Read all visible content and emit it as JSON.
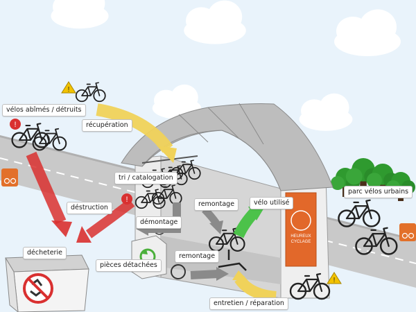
{
  "labels": {
    "velos_abimes": "vélos abîmés / détruits",
    "recuperation": "récupération",
    "tri_catalogation": "tri / catalogation",
    "destruction": "déstruction",
    "demontage": "démontage",
    "remontage_top": "remontage",
    "velo_utilise": "vélo utilisé",
    "parc_velos_urbains": "parc vélos urbains",
    "decheterie": "décheterie",
    "pieces_detachees": "pièces détachées",
    "remontage_bottom": "remontage",
    "entretien_reparation": "entretien  / réparation"
  },
  "poster": {
    "text_line1": "HEUREUX",
    "text_line2": "CYCLAGE"
  },
  "colors": {
    "sky": "#e9f3fb",
    "road": "#c9c9c9",
    "road_dash": "#ffffff",
    "building": "#e6e6e6",
    "roof": "#b5b5b5",
    "arrow_yellow": "#f0d25a",
    "arrow_red": "#d9302f",
    "arrow_green": "#4cc24a",
    "arrow_grey": "#7a7a7a",
    "poster": "#e2682a",
    "sign_orange": "#e2702a",
    "trees": "#2f9a2f",
    "warning_red": "#d93030",
    "warning_yellow": "#f2c200"
  },
  "icons": [
    "warning-triangle-icon",
    "danger-circle-icon",
    "recycle-icon",
    "no-recycle-icon",
    "bicycle-sign-icon"
  ]
}
